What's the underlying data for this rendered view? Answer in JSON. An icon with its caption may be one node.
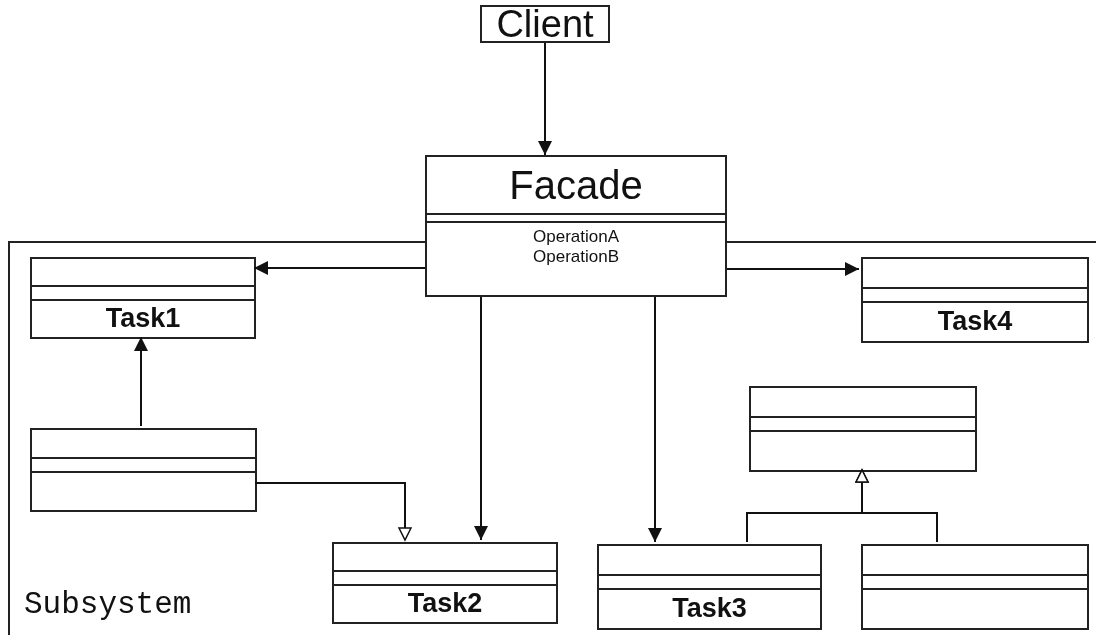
{
  "diagram": {
    "nodes": [
      {
        "text": [
          "Client"
        ]
      },
      {
        "text": [
          "Facade",
          "OperationA",
          "OperationB"
        ]
      },
      {
        "text": [
          "Subsystem"
        ]
      },
      {
        "text": [
          "Task1"
        ],
        "in": 2
      },
      {
        "text": [
          "Task4"
        ],
        "in": 2
      },
      {
        "text": [],
        "shape": "box",
        "in": 2
      },
      {
        "text": [
          "Task2"
        ],
        "in": 2
      },
      {
        "text": [
          "Task3"
        ],
        "in": 2
      },
      {
        "text": [],
        "shape": "box",
        "in": 2
      },
      {
        "text": [],
        "shape": "box",
        "in": 2
      }
    ],
    "edges": [
      {
        "from": 0,
        "to": 1,
        "arrow": "to"
      },
      {
        "from": 1,
        "to": 3,
        "arrow": "to"
      },
      {
        "from": 1,
        "to": 4,
        "arrow": "to"
      },
      {
        "from": 1,
        "to": 6,
        "arrow": "to"
      },
      {
        "from": 1,
        "to": 7,
        "arrow": "to"
      },
      {
        "from": 5,
        "to": 3,
        "arrow": "to"
      },
      {
        "from": 5,
        "to": 6,
        "arrow": "to"
      },
      {
        "from": 7,
        "to": 8,
        "arrow": "to"
      },
      {
        "from": 9,
        "to": 8,
        "arrow": "to"
      }
    ]
  }
}
